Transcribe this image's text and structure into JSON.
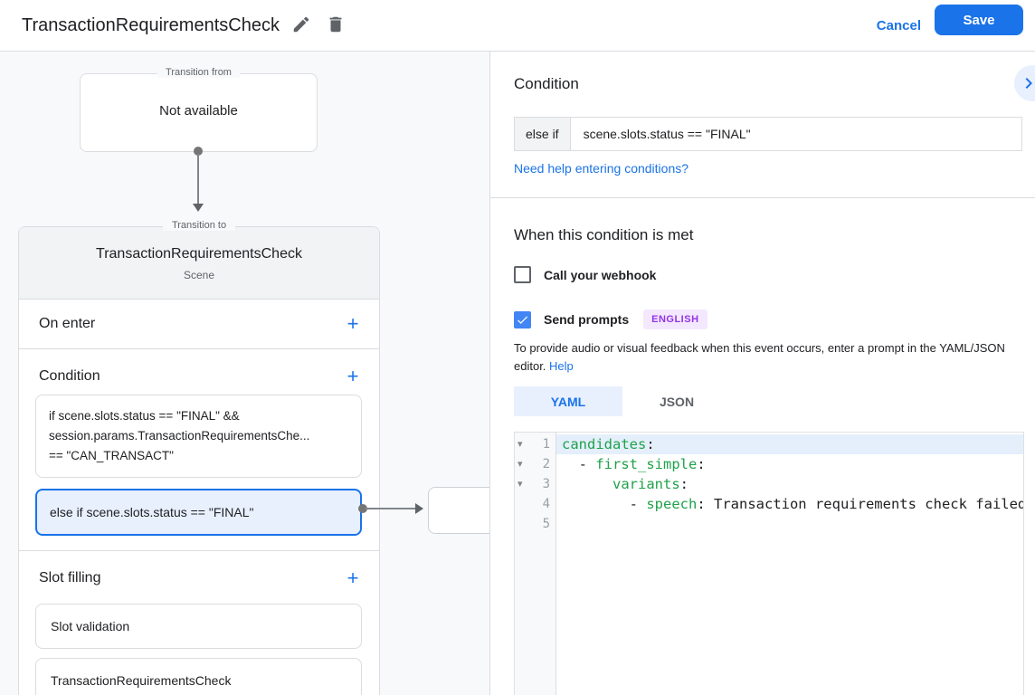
{
  "colors": {
    "accent_blue": "#1a73e8",
    "checkbox_blue": "#4285f4",
    "selected_condition_bg": "#e8f0fe",
    "badge_purple_text": "#9334e6",
    "badge_purple_bg": "#f3e8fd",
    "code_key_green": "#1fa24a",
    "active_line_bg": "#e4effb",
    "canvas_bg": "#f8f9fa"
  },
  "header": {
    "title": "TransactionRequirementsCheck",
    "cancel": "Cancel",
    "save": "Save"
  },
  "diagram": {
    "from_box": {
      "legend": "Transition from",
      "text": "Not available"
    },
    "to_card": {
      "legend": "Transition to",
      "title": "TransactionRequirementsCheck",
      "subtitle": "Scene",
      "on_enter": {
        "title": "On enter",
        "add": "+"
      },
      "condition": {
        "title": "Condition",
        "add": "+",
        "item1_lines": [
          "if scene.slots.status == \"FINAL\" &&",
          "session.params.TransactionRequirementsChe...",
          "== \"CAN_TRANSACT\""
        ],
        "item2": "else if scene.slots.status == \"FINAL\""
      },
      "slot_filling": {
        "title": "Slot filling",
        "add": "+",
        "items": [
          "Slot validation",
          "TransactionRequirementsCheck"
        ]
      }
    }
  },
  "panel": {
    "title": "Condition",
    "condition_row": {
      "prefix": "else if",
      "value": "scene.slots.status == \"FINAL\""
    },
    "help_link": "Need help entering conditions?",
    "when_met": {
      "title": "When this condition is met",
      "webhook_label": "Call your webhook",
      "prompts_label": "Send prompts",
      "language_badge": "ENGLISH",
      "description": "To provide audio or visual feedback when this event occurs, enter a prompt in the YAML/JSON editor.",
      "description_link": "Help"
    },
    "tabs": [
      {
        "label": "YAML",
        "active": true
      },
      {
        "label": "JSON",
        "active": false
      }
    ],
    "editor": {
      "lines": [
        {
          "num": "1",
          "fold": "▾",
          "pre": "",
          "key": "candidates",
          "post": ":"
        },
        {
          "num": "2",
          "fold": "▾",
          "pre": "  - ",
          "key": "first_simple",
          "post": ":"
        },
        {
          "num": "3",
          "fold": "▾",
          "pre": "      ",
          "key": "variants",
          "post": ":"
        },
        {
          "num": "4",
          "fold": "",
          "pre": "        - ",
          "key": "speech",
          "post": ": Transaction requirements check failed"
        },
        {
          "num": "5",
          "fold": "",
          "pre": "",
          "key": "",
          "post": ""
        }
      ]
    }
  }
}
